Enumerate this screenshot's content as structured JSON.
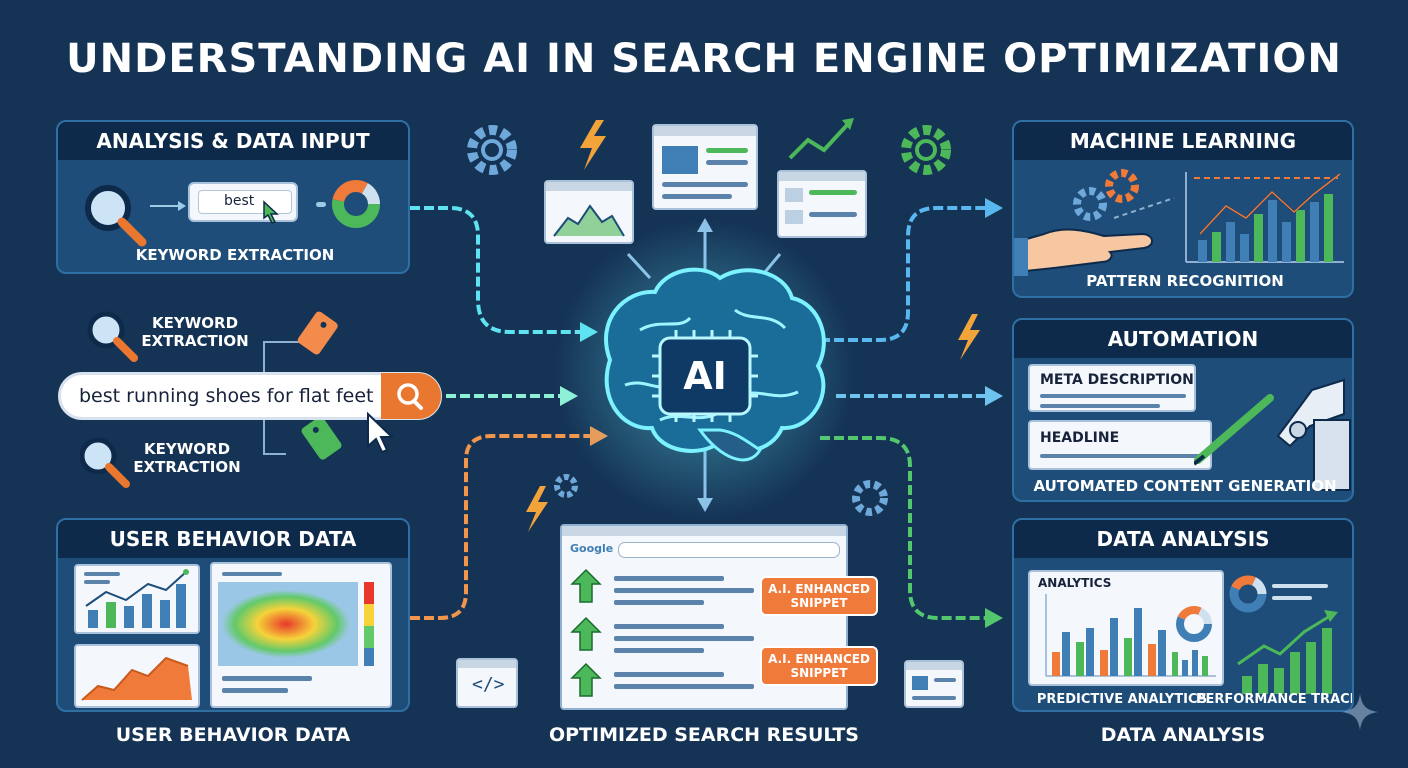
{
  "title": "UNDERSTANDING AI IN SEARCH ENGINE OPTIMIZATION",
  "brain": {
    "label": "AI"
  },
  "analysis_panel": {
    "heading": "ANALYSIS & DATA INPUT",
    "search_word": "best",
    "caption": "KEYWORD EXTRACTION"
  },
  "query": {
    "text": "best running shoes for flat feet",
    "keyword_label_top": [
      "KEYWORD",
      "EXTRACTION"
    ],
    "keyword_label_bottom": [
      "KEYWORD",
      "EXTRACTION"
    ]
  },
  "user_behavior_panel": {
    "heading": "USER BEHAVIOR DATA",
    "caption": "USER BEHAVIOR DATA"
  },
  "search_results": {
    "search_logo": "Google",
    "badge_1": [
      "A.I. ENHANCED",
      "SNIPPET"
    ],
    "badge_2": [
      "A.I. ENHANCED",
      "SNIPPET"
    ],
    "caption": "OPTIMIZED SEARCH RESULTS"
  },
  "machine_learning_panel": {
    "heading": "MACHINE LEARNING",
    "caption": "PATTERN RECOGNITION"
  },
  "automation_panel": {
    "heading": "AUTOMATION",
    "field_1": "META DESCRIPTION",
    "field_2": "HEADLINE",
    "caption": "AUTOMATED CONTENT GENERATION"
  },
  "data_analysis_panel": {
    "heading": "DATA ANALYSIS",
    "chart_label": "ANALYTICS",
    "caption_left": "PREDICTIVE ANALYTICS",
    "caption_right": "PERFORMANCE TRACKING",
    "caption": "DATA ANALYSIS"
  },
  "colors": {
    "background": "#153355",
    "panel": "#1d4d78",
    "accent_orange": "#ef7a3a",
    "accent_green": "#4cb85a",
    "accent_cyan": "#5fe3f0"
  }
}
